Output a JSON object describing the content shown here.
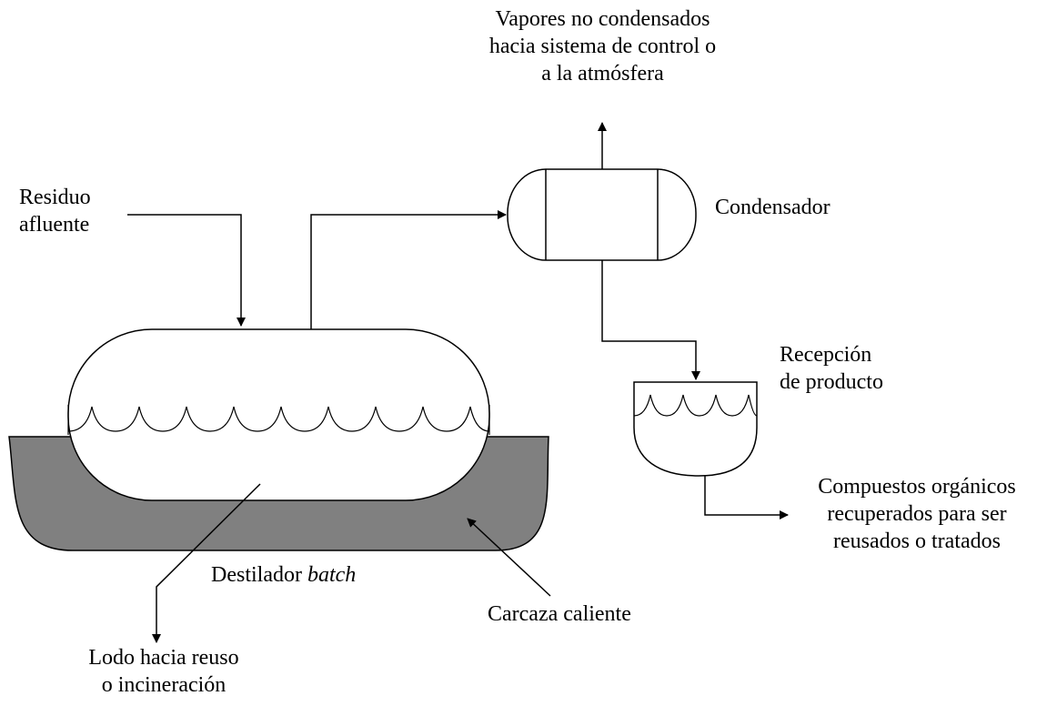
{
  "labels": {
    "vapores": [
      "Vapores no condensados",
      "hacia sistema de control o",
      "a la atmósfera"
    ],
    "residuo": [
      "Residuo",
      "afluente"
    ],
    "condensador": "Condensador",
    "recepcion": [
      "Recepción",
      "de producto"
    ],
    "compuestos": [
      "Compuestos orgánicos",
      "recuperados para ser",
      "reusados o tratados"
    ],
    "destilador": {
      "text": "Destilador ",
      "italic": "batch"
    },
    "carcaza": "Carcaza caliente",
    "lodo": [
      "Lodo hacia reuso",
      "o incineración"
    ]
  },
  "colors": {
    "stroke": "#000000",
    "jacket_fill": "#808080",
    "vessel_fill": "#ffffff"
  }
}
